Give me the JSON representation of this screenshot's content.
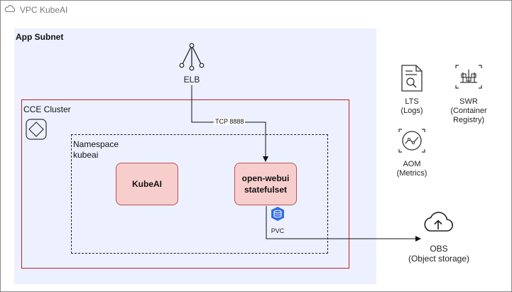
{
  "vpc": {
    "title": "VPC KubeAI",
    "icon": "cloud-icon"
  },
  "subnet": {
    "title": "App Subnet"
  },
  "elb": {
    "label": "ELB",
    "icon": "load-balancer-icon"
  },
  "edge": {
    "tcp_label": "TCP 8888"
  },
  "cce": {
    "title": "CCE Cluster",
    "icon": "cluster-icon"
  },
  "namespace": {
    "title_line1": "Namespace",
    "title_line2": "kubeai"
  },
  "kubeai_box": {
    "label": "KubeAI"
  },
  "webui_box": {
    "label_line1": "open-webui",
    "label_line2": "statefulset"
  },
  "pvc": {
    "label": "PVC",
    "icon": "storage-volume-icon"
  },
  "services": {
    "lts": {
      "line1": "LTS",
      "line2": "(Logs)",
      "icon": "log-file-icon"
    },
    "swr": {
      "line1": "SWR",
      "line2": "(Container",
      "line3": "Registry)",
      "icon": "container-registry-icon"
    },
    "aom": {
      "line1": "AOM",
      "line2": "(Metrics)",
      "icon": "metrics-icon"
    },
    "obs": {
      "line1": "OBS",
      "line2": "(Object storage)",
      "icon": "cloud-upload-icon"
    }
  },
  "colors": {
    "subnet_bg": "#edf1ff",
    "cluster_border": "#c0202e",
    "box_fill": "#f8cecc",
    "box_border": "#b85450",
    "pvc_blue": "#326ce5"
  }
}
